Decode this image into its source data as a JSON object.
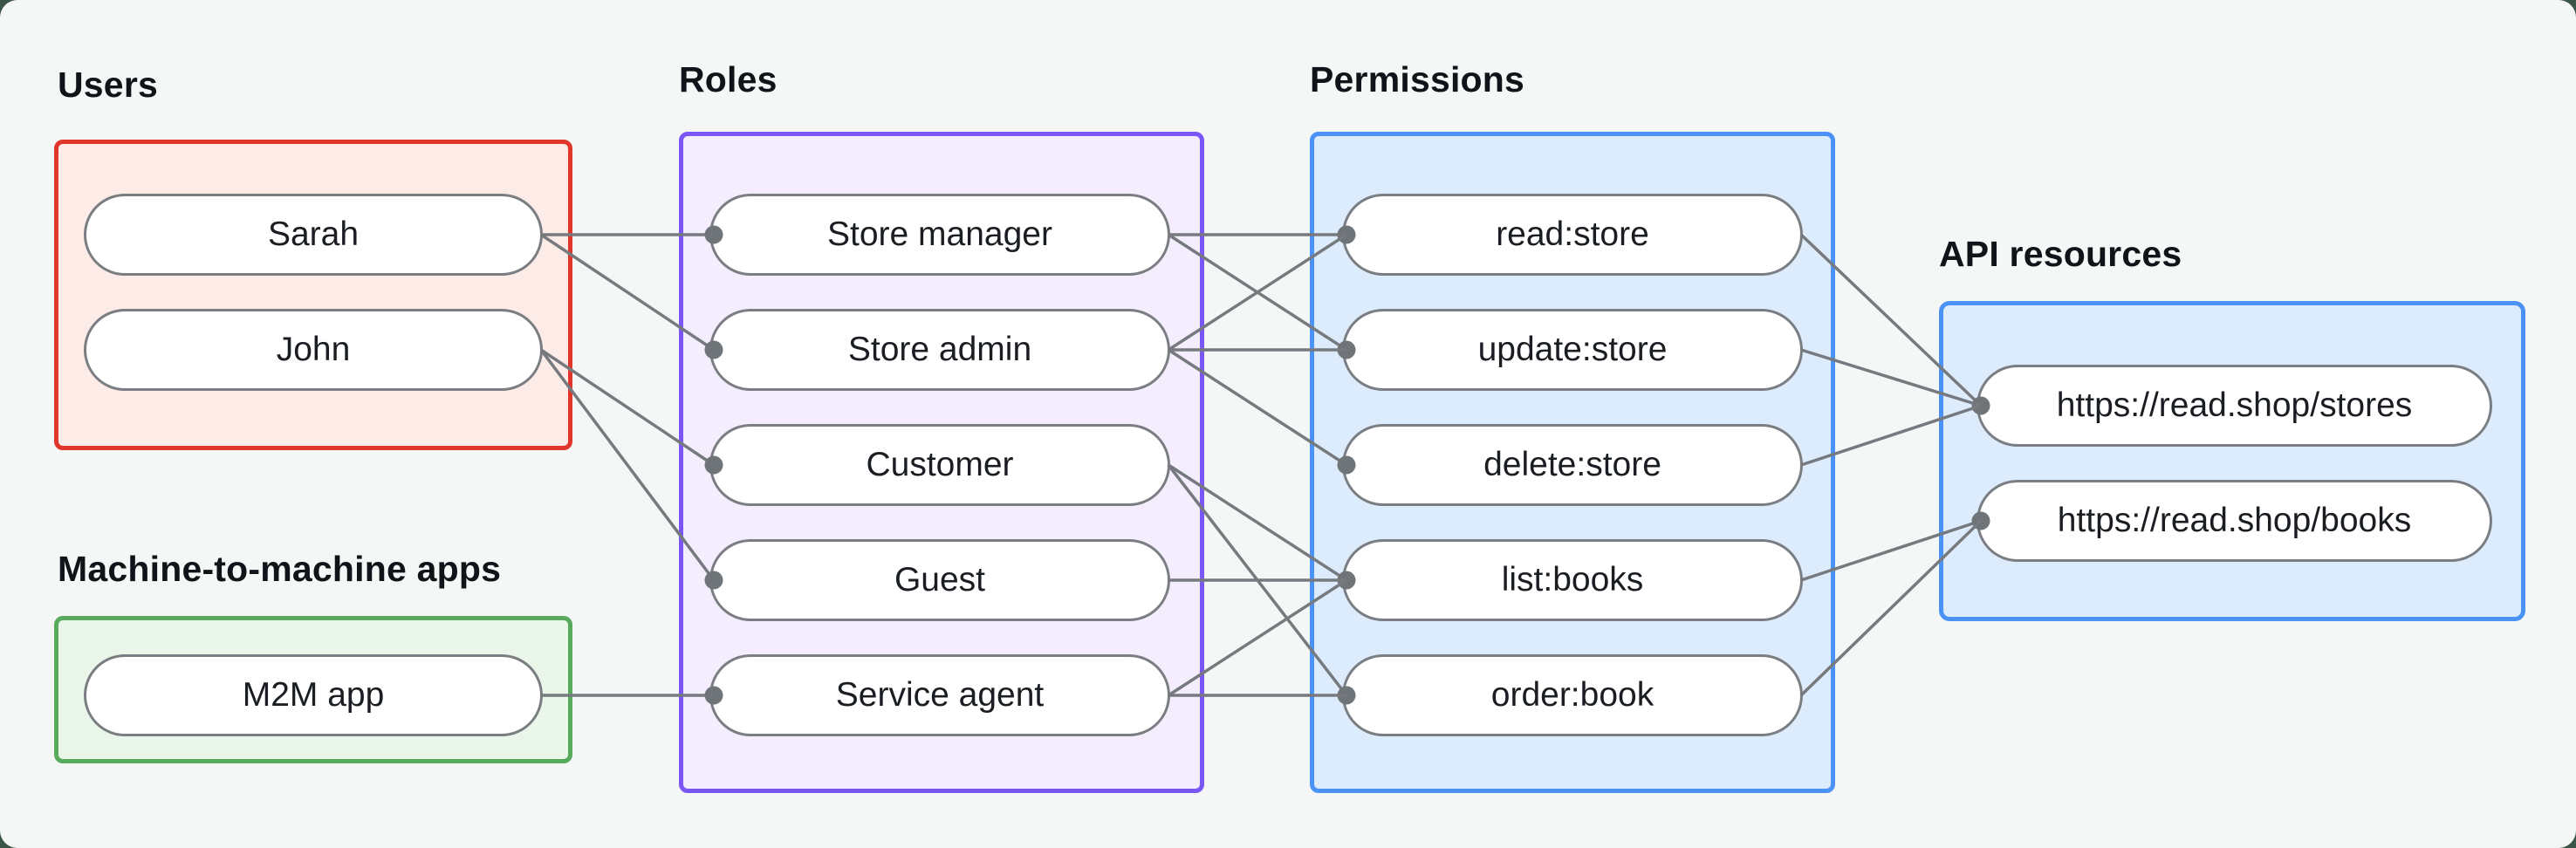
{
  "page": {
    "background_outer": "#3a5447",
    "background_card": "#f5f7f6"
  },
  "diagram": {
    "node_fill": "#ffffff",
    "node_border_color": "#7a7e82",
    "edge_color": "#76797d",
    "dot_color": "#6f7478",
    "text_color": "#1a1e22",
    "groups": [
      {
        "id": "users",
        "label": "Users",
        "accent": "#e0362c",
        "fill": "#fdebe8",
        "nodes": [
          {
            "id": "sarah",
            "label": "Sarah"
          },
          {
            "id": "john",
            "label": "John"
          }
        ]
      },
      {
        "id": "m2m-apps",
        "label": "Machine-to-machine apps",
        "accent": "#58ab5d",
        "fill": "#e9f6e9",
        "nodes": [
          {
            "id": "m2m-app",
            "label": "M2M app"
          }
        ]
      },
      {
        "id": "roles",
        "label": "Roles",
        "accent": "#7a57f5",
        "fill": "#f3edfd",
        "nodes": [
          {
            "id": "store-manager",
            "label": "Store manager"
          },
          {
            "id": "store-admin",
            "label": "Store admin"
          },
          {
            "id": "customer",
            "label": "Customer"
          },
          {
            "id": "guest",
            "label": "Guest"
          },
          {
            "id": "service-agent",
            "label": "Service agent"
          }
        ]
      },
      {
        "id": "permissions",
        "label": "Permissions",
        "accent": "#4b92f7",
        "fill": "#ddecfd",
        "nodes": [
          {
            "id": "read-store",
            "label": "read:store"
          },
          {
            "id": "update-store",
            "label": "update:store"
          },
          {
            "id": "delete-store",
            "label": "delete:store"
          },
          {
            "id": "list-books",
            "label": "list:books"
          },
          {
            "id": "order-book",
            "label": "order:book"
          }
        ]
      },
      {
        "id": "api-resources",
        "label": "API resources",
        "accent": "#4b92f7",
        "fill": "#ddecfd",
        "nodes": [
          {
            "id": "stores-api",
            "label": "https://read.shop/stores"
          },
          {
            "id": "books-api",
            "label": "https://read.shop/books"
          }
        ]
      }
    ],
    "edges": [
      [
        "sarah",
        "store-manager"
      ],
      [
        "sarah",
        "store-admin"
      ],
      [
        "john",
        "customer"
      ],
      [
        "john",
        "guest"
      ],
      [
        "m2m-app",
        "service-agent"
      ],
      [
        "store-manager",
        "read-store"
      ],
      [
        "store-manager",
        "update-store"
      ],
      [
        "store-admin",
        "read-store"
      ],
      [
        "store-admin",
        "update-store"
      ],
      [
        "store-admin",
        "delete-store"
      ],
      [
        "customer",
        "list-books"
      ],
      [
        "customer",
        "order-book"
      ],
      [
        "guest",
        "list-books"
      ],
      [
        "service-agent",
        "list-books"
      ],
      [
        "service-agent",
        "order-book"
      ],
      [
        "read-store",
        "stores-api"
      ],
      [
        "update-store",
        "stores-api"
      ],
      [
        "delete-store",
        "stores-api"
      ],
      [
        "list-books",
        "books-api"
      ],
      [
        "order-book",
        "books-api"
      ]
    ]
  }
}
